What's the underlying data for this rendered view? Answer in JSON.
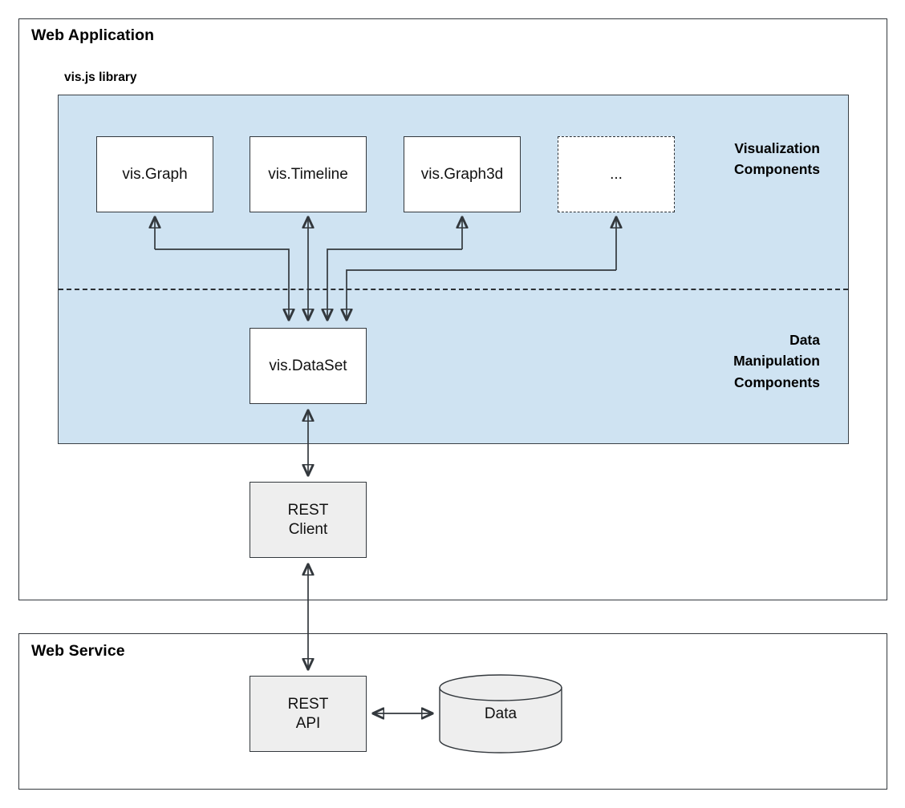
{
  "diagram": {
    "type": "architecture-block-diagram",
    "title_hidden": "vis.js web application architecture"
  },
  "containers": [
    {
      "name": "web-application",
      "label": "Web Application"
    },
    {
      "name": "web-service",
      "label": "Web Service"
    }
  ],
  "library_panel": {
    "label": "vis.js library",
    "fill_color": "#cfe3f2"
  },
  "group_labels": {
    "visualization": "Visualization\nComponents",
    "data_manipulation": "Data\nManipulation\nComponents"
  },
  "nodes": {
    "vis_graph": "vis.Graph",
    "vis_timeline": "vis.Timeline",
    "vis_graph3d": "vis.Graph3d",
    "more": "...",
    "vis_dataset": "vis.DataSet",
    "rest_client": "REST\nClient",
    "rest_api": "REST\nAPI",
    "data_store": "Data"
  },
  "colors": {
    "panel_blue": "#cfe3f2",
    "node_white": "#ffffff",
    "node_gray": "#eeeeee",
    "stroke": "#33383d"
  }
}
